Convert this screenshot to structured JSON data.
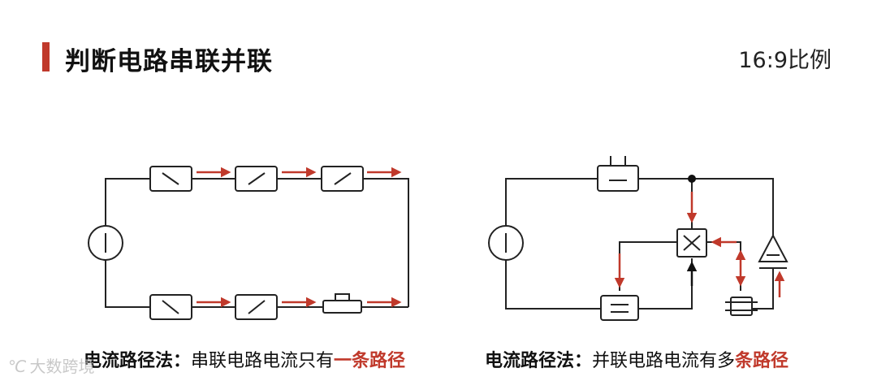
{
  "header": {
    "title": "判断电路串联并联",
    "ratio": "16:9比例"
  },
  "captions": {
    "series": {
      "lead": "电流路径法：",
      "text": "串联电路电流只有",
      "highlight": "一条路径"
    },
    "parallel": {
      "lead": "电流路径法：",
      "text": "并联电路电流有多",
      "highlight": "条路径"
    }
  },
  "watermark": {
    "mark": "℃",
    "text": "大数跨境"
  },
  "colors": {
    "accent": "#c0392b",
    "wire": "#222222"
  },
  "icons": [
    "source-icon",
    "switch-icon",
    "lamp-icon",
    "capacitor-icon",
    "diode-icon",
    "arrow-icon"
  ]
}
